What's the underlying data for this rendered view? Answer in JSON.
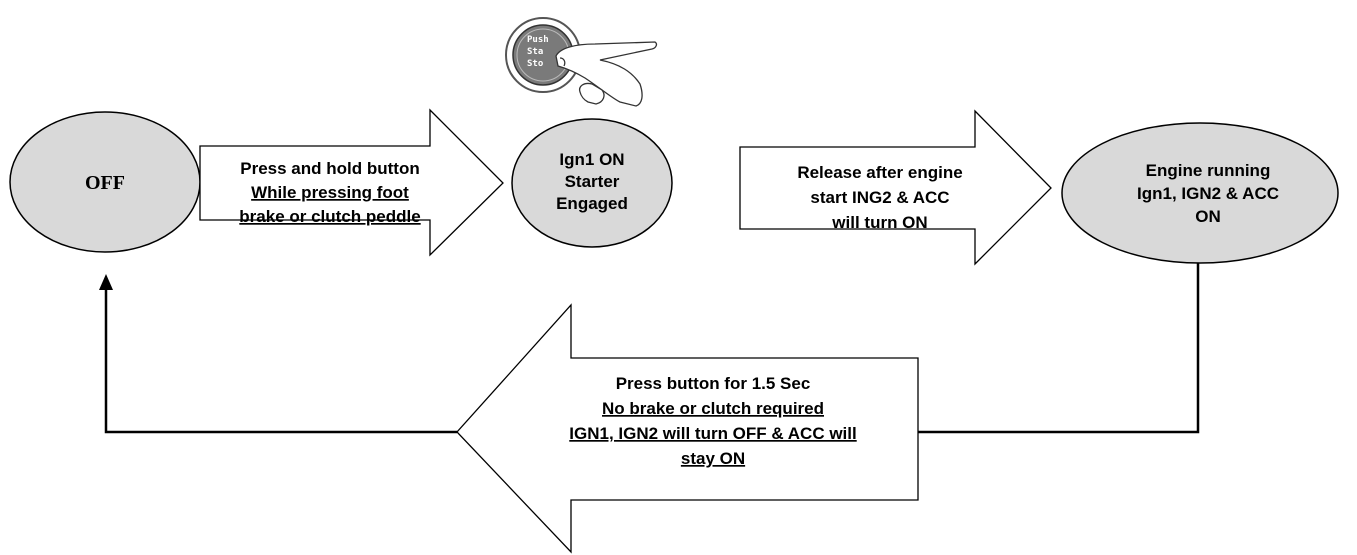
{
  "states": {
    "off": "OFF",
    "ign1": [
      "Ign1 ON",
      "Starter",
      "Engaged"
    ],
    "running": [
      "Engine running",
      "Ign1, IGN2 & ACC",
      "ON"
    ]
  },
  "transitions": {
    "start": {
      "line1": "Press and hold button",
      "line2": "While pressing foot",
      "line3": "brake or clutch peddle"
    },
    "release": {
      "line1": "Release after engine",
      "line2": "start ING2 & ACC",
      "line3": "will turn ON"
    },
    "stop": {
      "line1": "Press button for 1.5 Sec",
      "line2": "No brake or clutch required",
      "line3": "IGN1, IGN2 will turn OFF & ACC will",
      "line4": "stay ON"
    }
  },
  "push_button": {
    "label_line1": "Push",
    "label_line2": "Sta",
    "label_line3": "Sto"
  },
  "colors": {
    "state_fill": "#d9d9d9",
    "stroke": "#000000",
    "button_fill": "#7a7a7a"
  }
}
